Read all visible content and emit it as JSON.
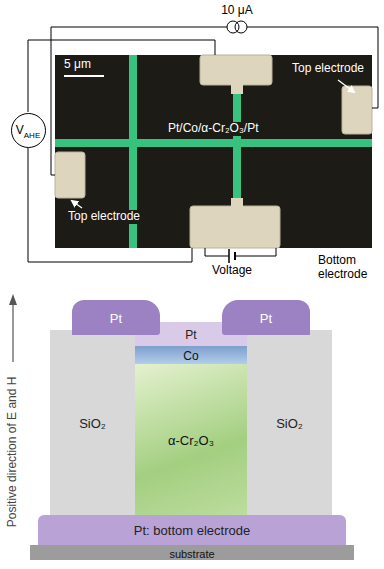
{
  "diagram": {
    "nodes": [
      {
        "text": [
          "V",
          "AHE"
        ]
      },
      {
        "text": [
          "Pt"
        ]
      },
      {
        "text": [
          "Pt"
        ]
      },
      {
        "text": [
          "Pt"
        ]
      },
      {
        "text": [
          "Co"
        ]
      },
      {
        "text": [
          "SiO₂"
        ]
      },
      {
        "text": [
          "α-Cr₂O₃"
        ]
      },
      {
        "text": [
          "SiO₂"
        ]
      },
      {
        "text": [
          "Pt: bottom electrode"
        ]
      },
      {
        "text": [
          "substrate"
        ]
      }
    ],
    "labels": [
      "10 μA",
      "5 μm",
      "Top electrode",
      "Pt/Co/α-Cr₂O₃/Pt",
      "Top electrode",
      "Voltage",
      "Bottom electrode",
      "Positive direction of E and H"
    ]
  }
}
